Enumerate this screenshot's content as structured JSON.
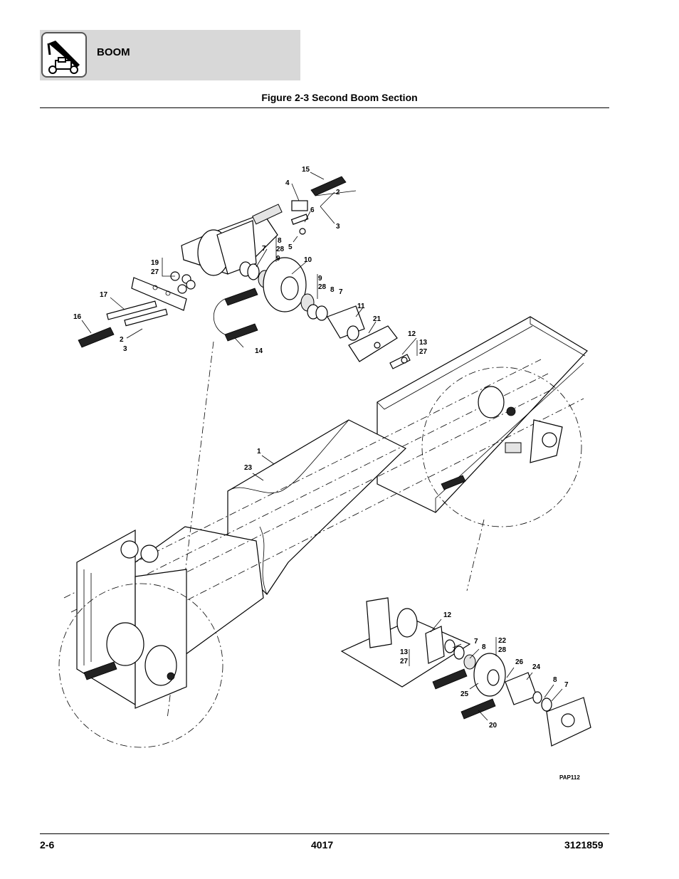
{
  "header": {
    "section": "BOOM",
    "icon": "telehandler-icon"
  },
  "figure": {
    "title": "Figure 2-3 Second Boom Section",
    "code": "PAP112"
  },
  "footer": {
    "page": "2-6",
    "model": "4017",
    "doc_number": "3121859"
  },
  "callouts": [
    {
      "id": "c15",
      "text": "15"
    },
    {
      "id": "c4",
      "text": "4"
    },
    {
      "id": "c2a",
      "text": "2"
    },
    {
      "id": "c6",
      "text": "6"
    },
    {
      "id": "c3a",
      "text": "3"
    },
    {
      "id": "c8a",
      "text": "8"
    },
    {
      "id": "c28a",
      "text": "28"
    },
    {
      "id": "c7a",
      "text": "7"
    },
    {
      "id": "c5",
      "text": "5"
    },
    {
      "id": "c9a",
      "text": "9"
    },
    {
      "id": "c10",
      "text": "10"
    },
    {
      "id": "c19",
      "text": "19"
    },
    {
      "id": "c27a",
      "text": "27"
    },
    {
      "id": "c9b",
      "text": "9"
    },
    {
      "id": "c28b",
      "text": "28"
    },
    {
      "id": "c8b",
      "text": "8"
    },
    {
      "id": "c7b",
      "text": "7"
    },
    {
      "id": "c17",
      "text": "17"
    },
    {
      "id": "c11",
      "text": "11"
    },
    {
      "id": "c16",
      "text": "16"
    },
    {
      "id": "c21",
      "text": "21"
    },
    {
      "id": "c2b",
      "text": "2"
    },
    {
      "id": "c3b",
      "text": "3"
    },
    {
      "id": "c12a",
      "text": "12"
    },
    {
      "id": "c13a",
      "text": "13"
    },
    {
      "id": "c27b",
      "text": "27"
    },
    {
      "id": "c14",
      "text": "14"
    },
    {
      "id": "c1",
      "text": "1"
    },
    {
      "id": "c23",
      "text": "23"
    },
    {
      "id": "c12b",
      "text": "12"
    },
    {
      "id": "c7c",
      "text": "7"
    },
    {
      "id": "c22",
      "text": "22"
    },
    {
      "id": "c8c",
      "text": "8"
    },
    {
      "id": "c28c",
      "text": "28"
    },
    {
      "id": "c13b",
      "text": "13"
    },
    {
      "id": "c27c",
      "text": "27"
    },
    {
      "id": "c26",
      "text": "26"
    },
    {
      "id": "c24",
      "text": "24"
    },
    {
      "id": "c8d",
      "text": "8"
    },
    {
      "id": "c7d",
      "text": "7"
    },
    {
      "id": "c25",
      "text": "25"
    },
    {
      "id": "c20",
      "text": "20"
    }
  ]
}
